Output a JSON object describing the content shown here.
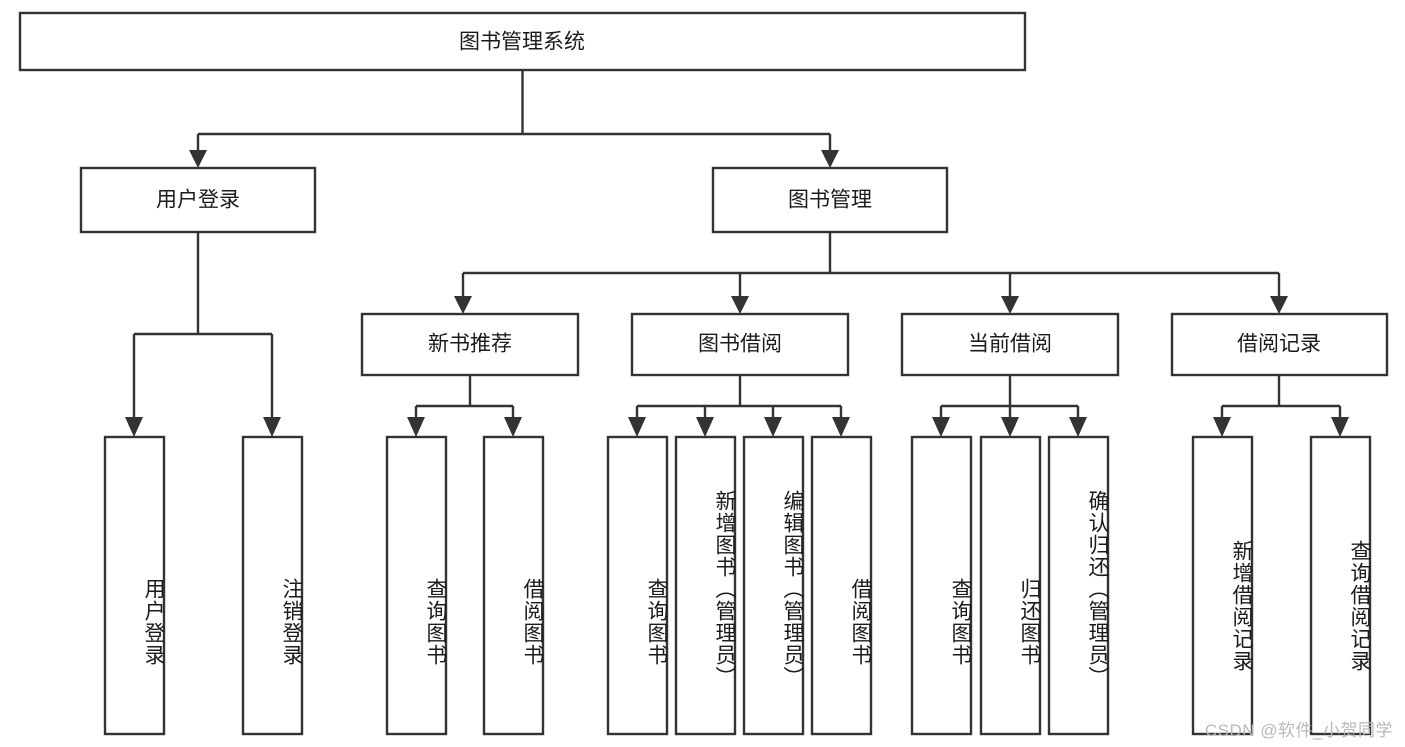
{
  "diagram": {
    "title": "图书管理系统",
    "watermark": "CSDN @软件_小贺同学",
    "colors": {
      "stroke": "#333333",
      "fill": "#ffffff",
      "text": "#1b1b1b",
      "watermark": "#b9b9b9",
      "background": "#ffffff"
    }
  },
  "chart_data": {
    "type": "diagram",
    "subtype": "tree-hierarchy",
    "title": "图书管理系统",
    "orientation": "top-down",
    "levels": 4,
    "nodes": [
      {
        "id": "root",
        "label": "图书管理系统",
        "level": 0,
        "parent": null
      },
      {
        "id": "login",
        "label": "用户登录",
        "level": 1,
        "parent": "root"
      },
      {
        "id": "bookmgmt",
        "label": "图书管理",
        "level": 1,
        "parent": "root"
      },
      {
        "id": "login-1",
        "label": "用户登录",
        "level": 2,
        "parent": "login"
      },
      {
        "id": "login-2",
        "label": "注销登录",
        "level": 2,
        "parent": "login"
      },
      {
        "id": "newbook",
        "label": "新书推荐",
        "level": 2,
        "parent": "bookmgmt"
      },
      {
        "id": "borrow",
        "label": "图书借阅",
        "level": 2,
        "parent": "bookmgmt"
      },
      {
        "id": "current",
        "label": "当前借阅",
        "level": 2,
        "parent": "bookmgmt"
      },
      {
        "id": "record",
        "label": "借阅记录",
        "level": 2,
        "parent": "bookmgmt"
      },
      {
        "id": "newbook-1",
        "label": "查询图书",
        "level": 3,
        "parent": "newbook"
      },
      {
        "id": "newbook-2",
        "label": "借阅图书",
        "level": 3,
        "parent": "newbook"
      },
      {
        "id": "borrow-1",
        "label": "查询图书",
        "level": 3,
        "parent": "borrow"
      },
      {
        "id": "borrow-2",
        "label": "新增图书（管理员）",
        "level": 3,
        "parent": "borrow"
      },
      {
        "id": "borrow-3",
        "label": "编辑图书（管理员）",
        "level": 3,
        "parent": "borrow"
      },
      {
        "id": "borrow-4",
        "label": "借阅图书",
        "level": 3,
        "parent": "borrow"
      },
      {
        "id": "current-1",
        "label": "查询图书",
        "level": 3,
        "parent": "current"
      },
      {
        "id": "current-2",
        "label": "归还图书",
        "level": 3,
        "parent": "current"
      },
      {
        "id": "current-3",
        "label": "确认归还（管理员）",
        "level": 3,
        "parent": "current"
      },
      {
        "id": "record-1",
        "label": "新增借阅记录",
        "level": 3,
        "parent": "record"
      },
      {
        "id": "record-2",
        "label": "查询借阅记录",
        "level": 3,
        "parent": "record"
      }
    ]
  },
  "nodes": {
    "root": {
      "label": "图书管理系统"
    },
    "login": {
      "label": "用户登录"
    },
    "bookmgmt": {
      "label": "图书管理"
    },
    "login_children": [
      {
        "label": "用户登录"
      },
      {
        "label": "注销登录"
      }
    ],
    "bookmgmt_children": [
      {
        "label": "新书推荐"
      },
      {
        "label": "图书借阅"
      },
      {
        "label": "当前借阅"
      },
      {
        "label": "借阅记录"
      }
    ],
    "newbook_children": [
      {
        "label": "查询图书"
      },
      {
        "label": "借阅图书"
      }
    ],
    "borrow_children": [
      {
        "label": "查询图书"
      },
      {
        "label": "新增图书（管理员）"
      },
      {
        "label": "编辑图书（管理员）"
      },
      {
        "label": "借阅图书"
      }
    ],
    "current_children": [
      {
        "label": "查询图书"
      },
      {
        "label": "归还图书"
      },
      {
        "label": "确认归还（管理员）"
      }
    ],
    "record_children": [
      {
        "label": "新增借阅记录"
      },
      {
        "label": "查询借阅记录"
      }
    ]
  }
}
